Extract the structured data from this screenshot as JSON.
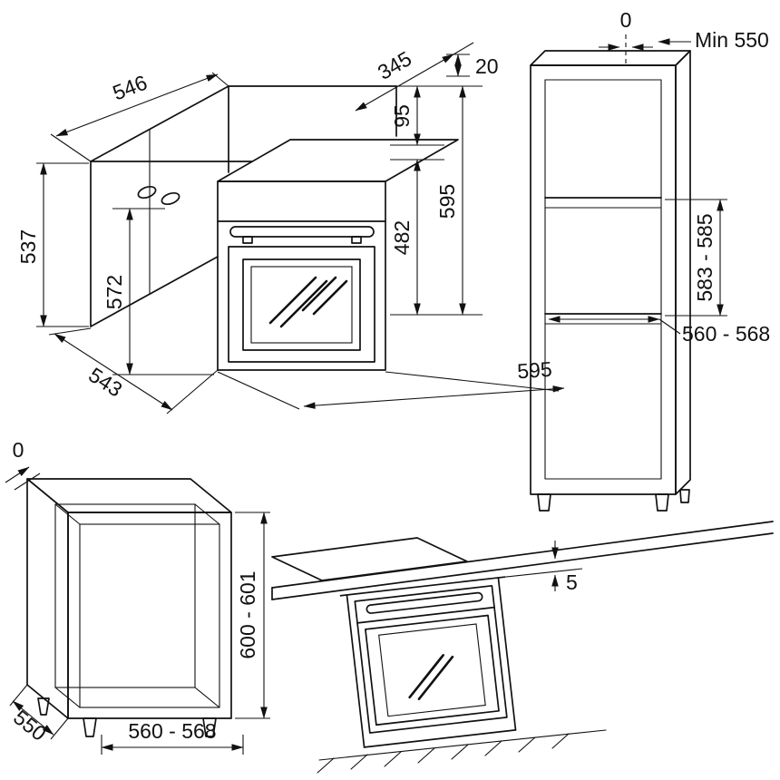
{
  "oven": {
    "d546": "546",
    "d345": "345",
    "d20": "20",
    "d95": "95",
    "d482": "482",
    "h595": "595",
    "d537": "537",
    "d572": "572",
    "d543": "543",
    "w595": "595"
  },
  "tall": {
    "zero": "0",
    "min_depth": "Min 550",
    "niche_height": "583 - 585",
    "niche_width": "560 - 568"
  },
  "base": {
    "zero": "0",
    "height": "600 - 601",
    "depth": "550",
    "width": "560 - 568"
  },
  "worktop": {
    "gap": "5"
  }
}
